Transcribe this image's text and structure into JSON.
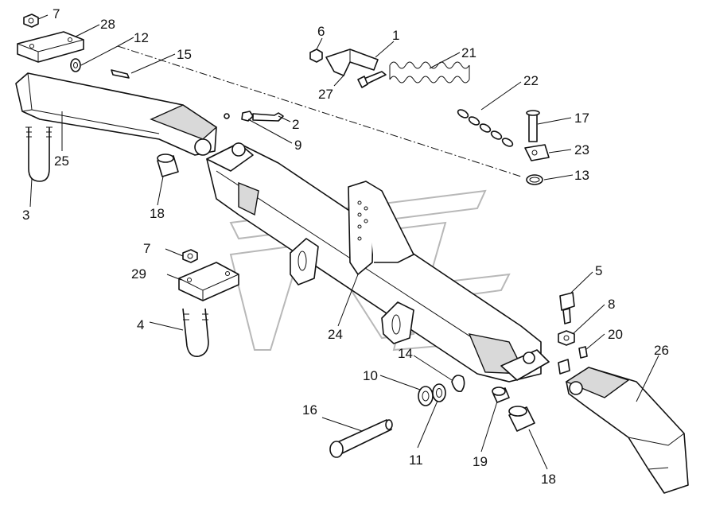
{
  "callouts": [
    {
      "id": "c7a",
      "text": "7"
    },
    {
      "id": "c28",
      "text": "28"
    },
    {
      "id": "c12",
      "text": "12"
    },
    {
      "id": "c15",
      "text": "15"
    },
    {
      "id": "c6",
      "text": "6"
    },
    {
      "id": "c1",
      "text": "1"
    },
    {
      "id": "c21",
      "text": "21"
    },
    {
      "id": "c27",
      "text": "27"
    },
    {
      "id": "c22",
      "text": "22"
    },
    {
      "id": "c2",
      "text": "2"
    },
    {
      "id": "c9",
      "text": "9"
    },
    {
      "id": "c17",
      "text": "17"
    },
    {
      "id": "c23",
      "text": "23"
    },
    {
      "id": "c13",
      "text": "13"
    },
    {
      "id": "c25",
      "text": "25"
    },
    {
      "id": "c3",
      "text": "3"
    },
    {
      "id": "c18a",
      "text": "18"
    },
    {
      "id": "c7b",
      "text": "7"
    },
    {
      "id": "c29",
      "text": "29"
    },
    {
      "id": "c4",
      "text": "4"
    },
    {
      "id": "c24",
      "text": "24"
    },
    {
      "id": "c5",
      "text": "5"
    },
    {
      "id": "c8",
      "text": "8"
    },
    {
      "id": "c20",
      "text": "20"
    },
    {
      "id": "c26",
      "text": "26"
    },
    {
      "id": "c14",
      "text": "14"
    },
    {
      "id": "c10",
      "text": "10"
    },
    {
      "id": "c16",
      "text": "16"
    },
    {
      "id": "c11",
      "text": "11"
    },
    {
      "id": "c19",
      "text": "19"
    },
    {
      "id": "c18b",
      "text": "18"
    }
  ]
}
